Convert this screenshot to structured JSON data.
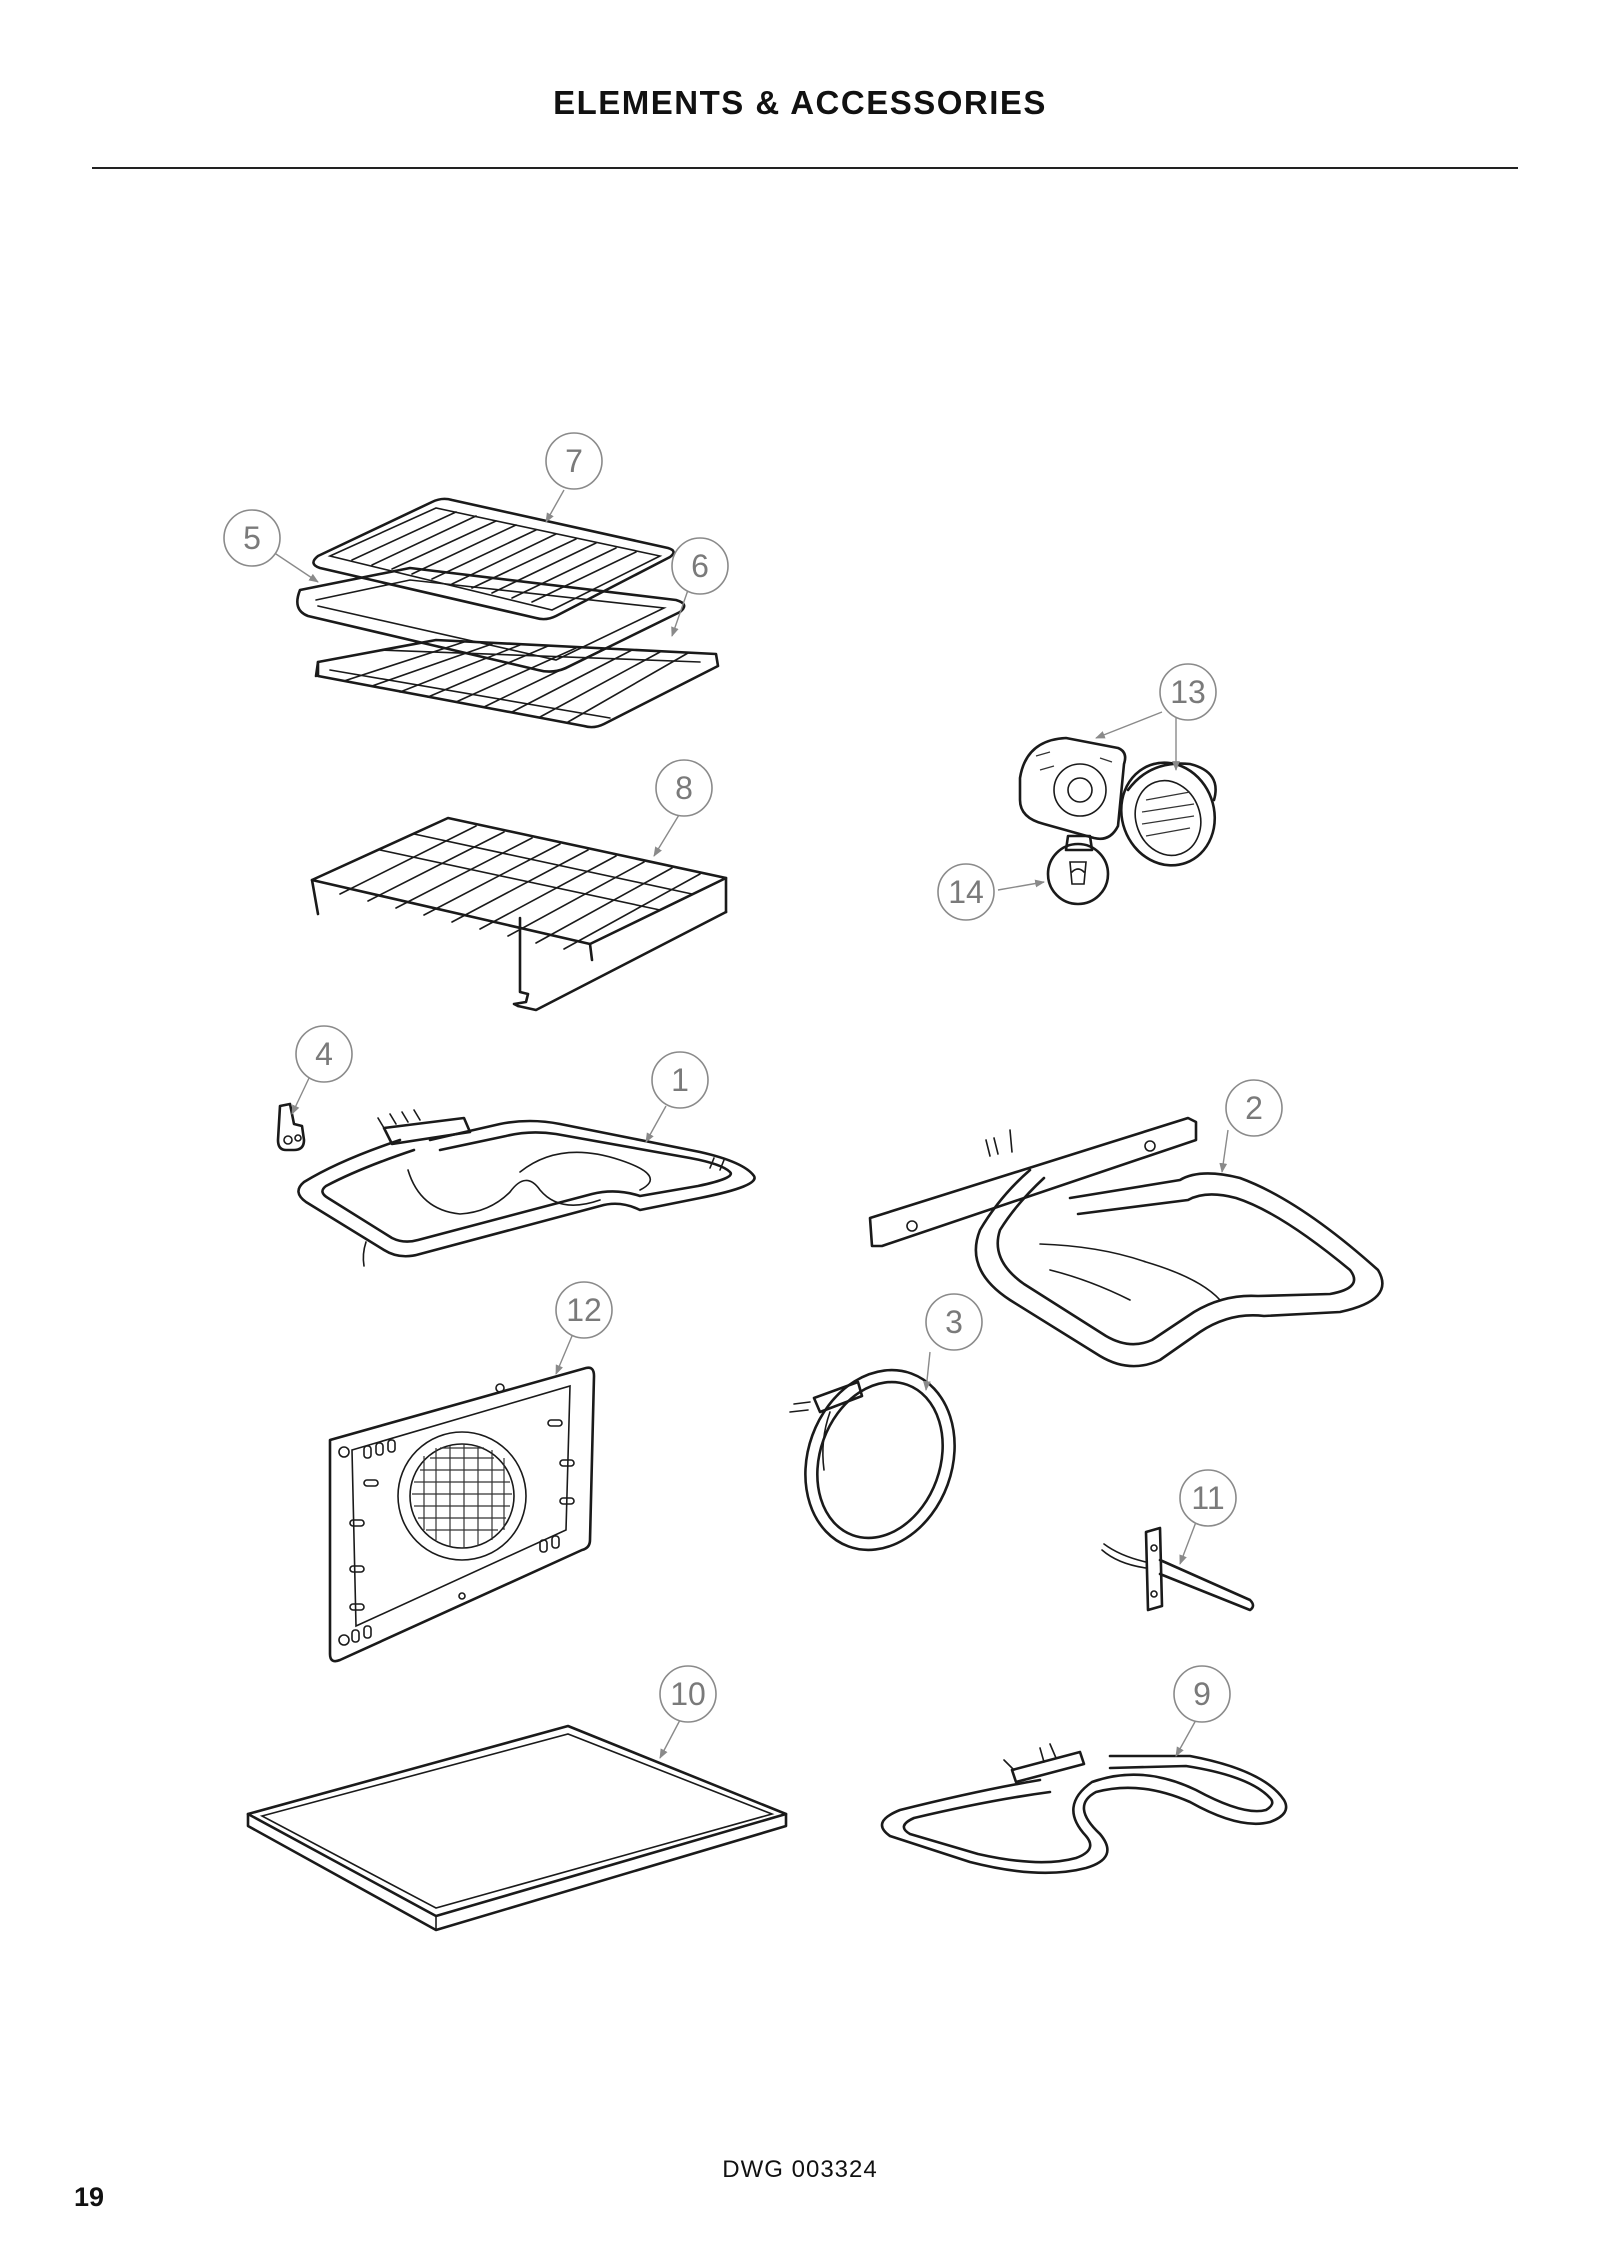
{
  "header": {
    "title": "ELEMENTS & ACCESSORIES"
  },
  "callouts": {
    "c1": "1",
    "c2": "2",
    "c3": "3",
    "c4": "4",
    "c5": "5",
    "c6": "6",
    "c7": "7",
    "c8": "8",
    "c9": "9",
    "c10": "10",
    "c11": "11",
    "c12": "12",
    "c13": "13",
    "c14": "14"
  },
  "footer": {
    "drawing_number": "DWG 003324",
    "page_number": "19"
  }
}
